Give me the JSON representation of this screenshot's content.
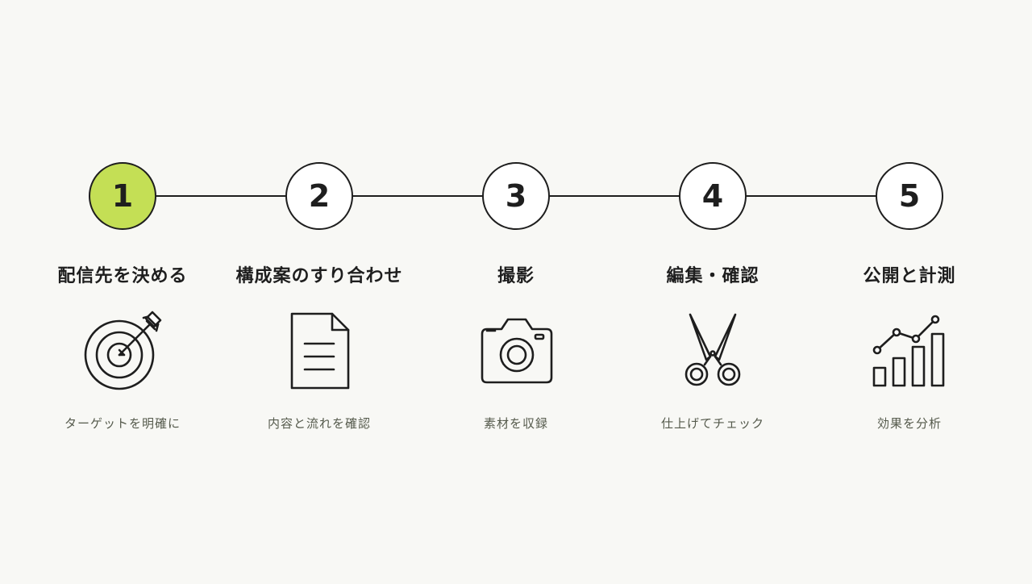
{
  "colors": {
    "background": "#f8f8f5",
    "ink": "#1e1e1e",
    "active_step": "#c4df55",
    "inactive_step": "#ffffff",
    "description_text": "#555a4c"
  },
  "steps": [
    {
      "number": "1",
      "title": "配信先を決める",
      "icon": "target-arrow-icon",
      "description": "ターゲットを明確に",
      "active": true
    },
    {
      "number": "2",
      "title": "構成案のすり合わせ",
      "icon": "document-icon",
      "description": "内容と流れを確認",
      "active": false
    },
    {
      "number": "3",
      "title": "撮影",
      "icon": "camera-icon",
      "description": "素材を収録",
      "active": false
    },
    {
      "number": "4",
      "title": "編集・確認",
      "icon": "scissors-icon",
      "description": "仕上げてチェック",
      "active": false
    },
    {
      "number": "5",
      "title": "公開と計測",
      "icon": "analytics-chart-icon",
      "description": "効果を分析",
      "active": false
    }
  ]
}
